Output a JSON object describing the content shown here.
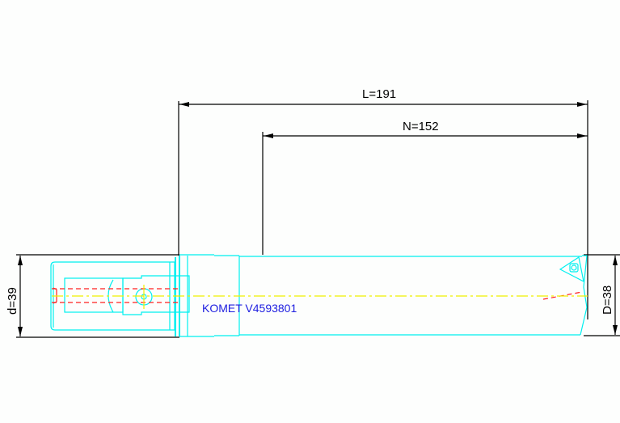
{
  "drawing": {
    "type": "boring-bar technical drawing",
    "colors": {
      "outline": "#00f0f0",
      "dimension": "#000000",
      "hidden_line": "#ff2020",
      "center_line": "#f0f000",
      "label": "#2020e0",
      "background": "#fdfefd"
    },
    "dimensions": {
      "overall_length": "L=191",
      "body_length": "N=152",
      "shank_diameter": "d=39",
      "cutting_diameter": "D=38"
    },
    "part_label": "KOMET V4593801"
  }
}
